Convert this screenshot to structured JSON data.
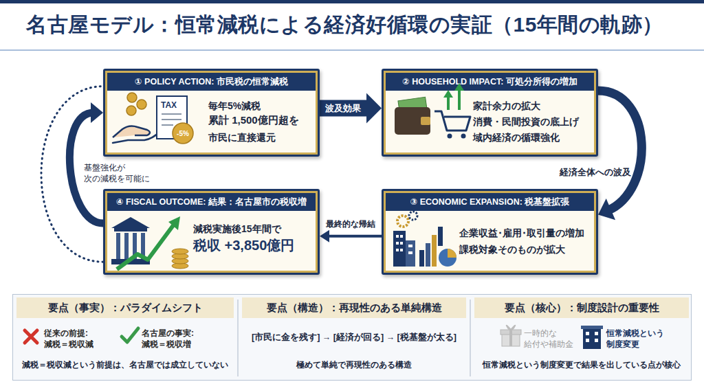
{
  "diagram": {
    "title": "名古屋モデル：恒常減税による経済好循環の実証（15年間の軌跡）",
    "nodes": [
      {
        "text": [
          "① POLICY ACTION: 市民税の恒常減税",
          "毎年5%減税",
          "累計 1,500億円超を",
          "市民に直接還元"
        ]
      },
      {
        "text": [
          "② HOUSEHOLD IMPACT: 可処分所得の増加",
          "家計余力の拡大",
          "消費・民間投資の底上げ",
          "域内経済の循環強化"
        ]
      },
      {
        "text": [
          "③ ECONOMIC EXPANSION: 税基盤拡張",
          "企業収益･雇用･取引量の増加",
          "課税対象そのものが拡大"
        ]
      },
      {
        "text": [
          "④ FISCAL OUTCOME: 結果：名古屋市の税収増",
          "減税実施後15年間で",
          "税収 +3,850億円"
        ]
      },
      {
        "text": [
          "要点（事実）：パラダイムシフト",
          "従来の前提: 減税＝税収減",
          "名古屋の事実: 減税＝税収増",
          "減税＝税収減という前提は、名古屋では成立していない"
        ]
      },
      {
        "text": [
          "要点（構造）：再現性のある単純構造",
          "[市民に金を残す] → [経済が回る] → [税基盤が太る]",
          "極めて単純で再現性のある構造"
        ]
      },
      {
        "text": [
          "要点（核心）：制度設計の重要性",
          "一時的な 給付や補助金",
          "恒常減税という 制度変更",
          "恒常減税という制度変更で結果を出している点が核心"
        ]
      }
    ],
    "edges": [
      {
        "from": 0,
        "to": 1,
        "label": "波及効果",
        "arrow": "to"
      },
      {
        "from": 1,
        "to": 2,
        "label": "経済全体への波及",
        "arrow": "to"
      },
      {
        "from": 2,
        "to": 3,
        "label": "最終的な帰結",
        "arrow": "to"
      },
      {
        "from": 3,
        "to": 0,
        "arrow": "to"
      },
      {
        "from": 3,
        "to": 0,
        "label": "基盤強化が 次の減税を可能に",
        "arrow": "none"
      }
    ],
    "labels": [
      "TAX",
      "-5%"
    ]
  }
}
